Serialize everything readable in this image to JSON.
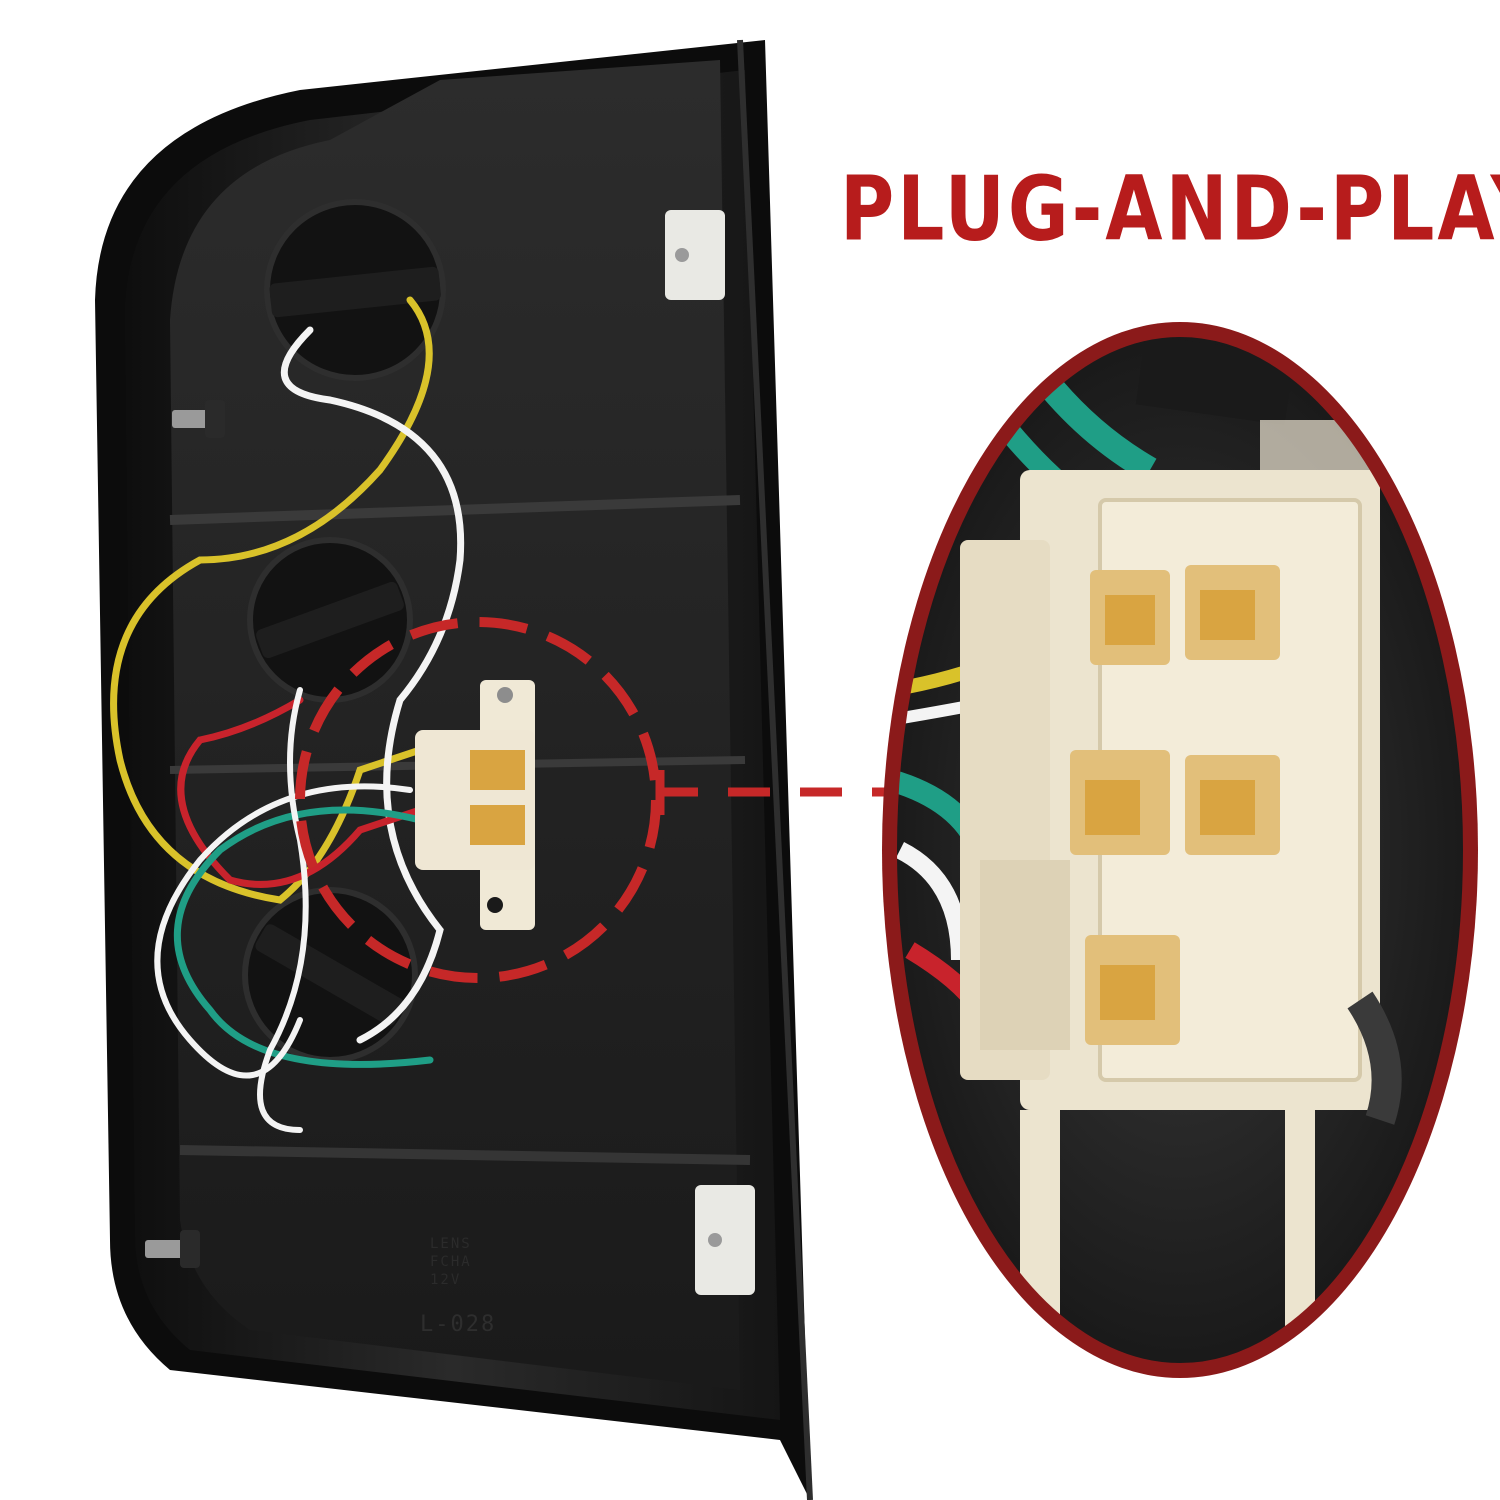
{
  "headline": "PLUG-AND-PLAY",
  "molded_text": {
    "line1": "LENS",
    "line2": "FCHA",
    "line3": "12V",
    "code": "L-028"
  },
  "colors": {
    "headline": "#b71c1c",
    "callout": "#c62828",
    "housing": "#1b1b1b",
    "connector": "#efe7d4",
    "pins": "#d9a441",
    "wire_yellow": "#d9c22a",
    "wire_red": "#c8232c",
    "wire_green": "#1f9e86",
    "wire_white": "#f4f4f4"
  },
  "connector_pin_count": 5
}
